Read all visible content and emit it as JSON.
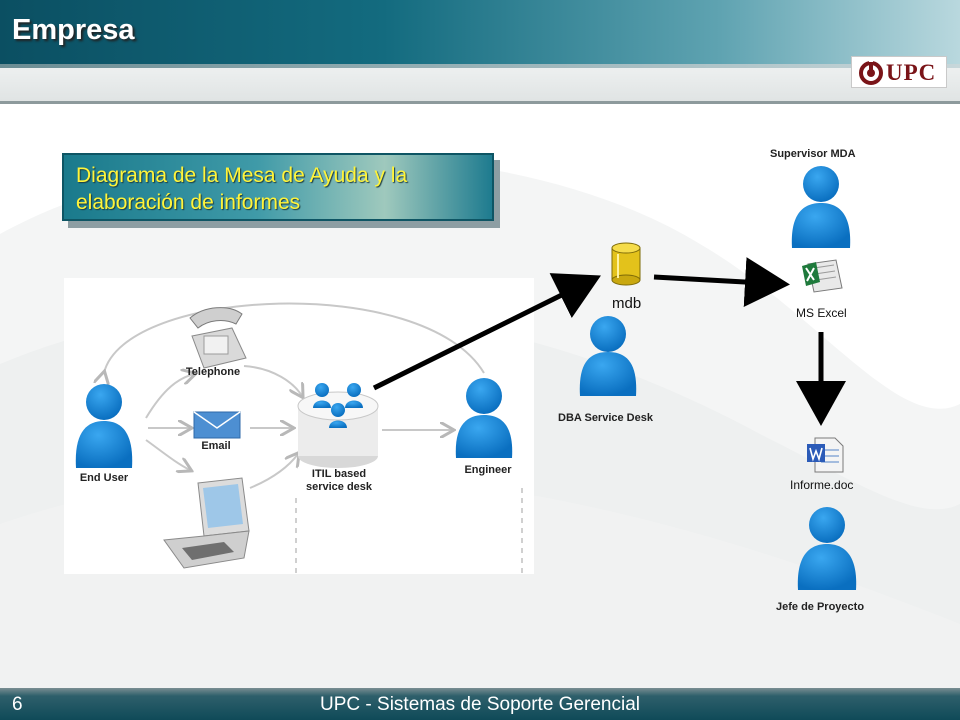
{
  "header": {
    "title": "Empresa",
    "logo_text": "UPC"
  },
  "title_box": {
    "line1": "Diagrama de la Mesa de Ayuda y la",
    "line2": "elaboración de informes"
  },
  "picture": {
    "end_user": "End User",
    "telephone": "Telephone",
    "email": "Email",
    "service_desk_line1": "ITIL based",
    "service_desk_line2": "service desk",
    "engineer": "Engineer"
  },
  "flow": {
    "db_label": "mdb",
    "dba": "DBA Service Desk",
    "supervisor": "Supervisor MDA",
    "excel": "MS Excel",
    "word": "Informe.doc",
    "jefe": "Jefe de Proyecto"
  },
  "footer": {
    "page_number": "6",
    "text": "UPC - Sistemas de Soporte Gerencial"
  },
  "colors": {
    "person": "#0b84d4",
    "accent": "#0f4a58",
    "title_text": "#fff43a"
  }
}
